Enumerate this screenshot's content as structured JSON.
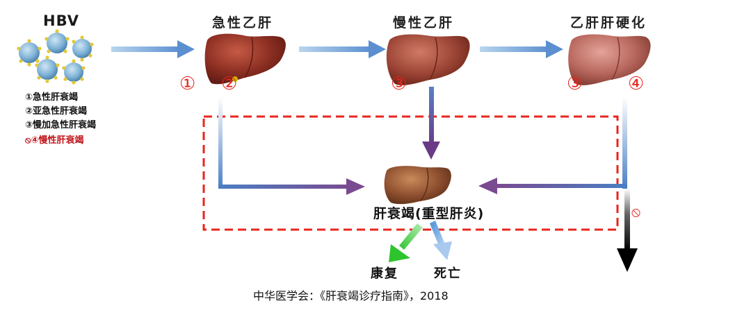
{
  "virus": {
    "label": "HBV"
  },
  "stages": [
    {
      "title": "急性乙肝",
      "markers": [
        "①",
        "②"
      ]
    },
    {
      "title": "慢性乙肝",
      "markers": [
        "③"
      ]
    },
    {
      "title": "乙肝肝硬化",
      "markers": [
        "③",
        "④"
      ]
    }
  ],
  "legend": [
    "①急性肝衰竭",
    "②亚急性肝衰竭",
    "③慢加急性肝衰竭",
    "⦸④慢性肝衰竭"
  ],
  "center": {
    "label": "肝衰竭(重型肝炎)"
  },
  "blocked_marker": "⦸",
  "outcomes": {
    "recovery": "康复",
    "death": "死亡"
  },
  "citation": "中华医学会：《肝衰竭诊疗指南》，2018",
  "colors": {
    "dashed_box": "#e8241c",
    "marker": "#e8241c",
    "liver": "#8b2e22"
  }
}
